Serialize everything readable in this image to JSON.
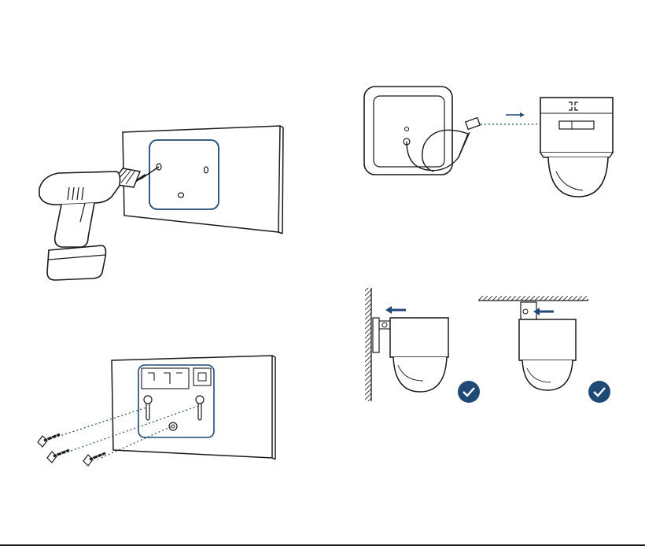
{
  "document": {
    "kind": "camera-mounting-instructions",
    "colors": {
      "ink": "#1a1a1a",
      "accent": "#1f4a75",
      "check_fill": "#1f4a75",
      "check_mark": "#ffffff"
    },
    "steps": [
      {
        "id": "drill-holes",
        "illustration": "drill-into-wall-plate"
      },
      {
        "id": "connect-cable",
        "illustration": "cable-to-camera-base"
      },
      {
        "id": "fasten-bracket",
        "illustration": "screws-into-bracket"
      },
      {
        "id": "mount-options",
        "illustration": "wall-and-ceiling-mount",
        "status_icons": [
          "check-icon",
          "check-icon"
        ]
      }
    ]
  }
}
